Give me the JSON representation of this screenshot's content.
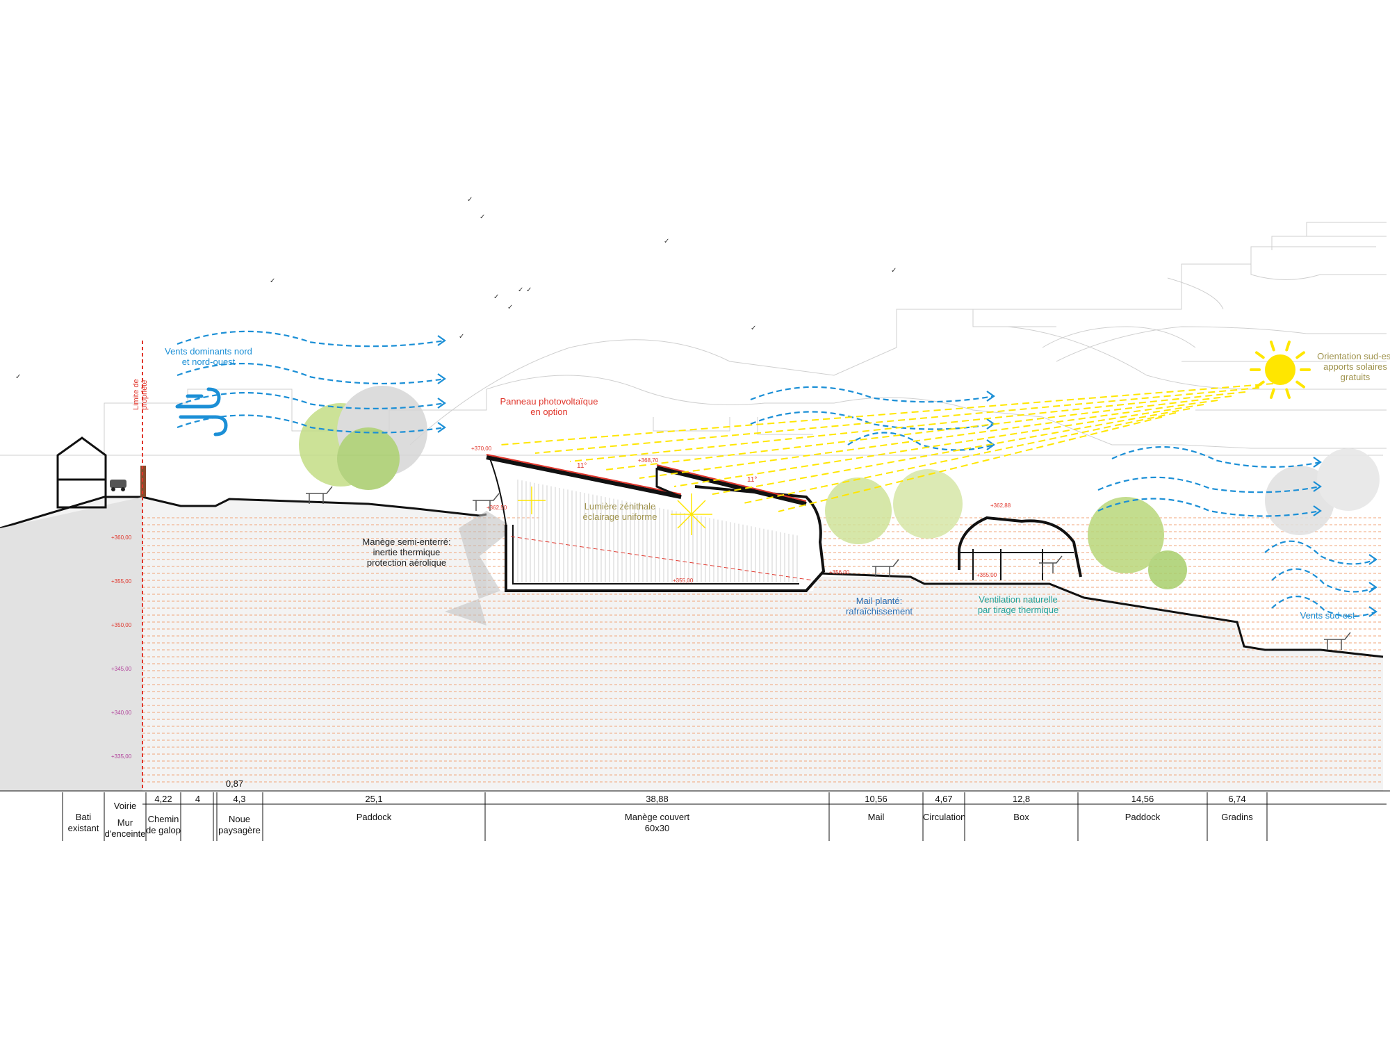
{
  "annotations": {
    "winds_nw": "Vents dominants nord\net nord-ouest",
    "property_limit": "Limite de\npropriété",
    "pv_panel": "Panneau photovoltaïque\nen option",
    "zenith_light": "Lumière zénithale\néclairage uniforme",
    "semi_buried": "Manège semi-enterré:\ninertie thermique\nprotection aérolique",
    "orientation": "Orientation sud-est\napports solaires\ngratuits",
    "mail_plante": "Mail planté:\nrafraîchissement",
    "ventilation": "Ventilation naturelle\npar tirage thermique",
    "winds_se": "Vents sud-est",
    "roof_angle_1": "11°",
    "roof_angle_2": "11°"
  },
  "levels": {
    "left_scale": [
      "+360,00",
      "+355,00",
      "+350,00",
      "+345,00",
      "+340,00",
      "+335,00"
    ],
    "roof_left": "+370,00",
    "roof_left_low": "+362,50",
    "roof_right": "+368,70",
    "floor": "+355,00",
    "mail_level": "+356,00",
    "box_roof": "+362,88",
    "box_floor": "+355,00"
  },
  "dimensions": [
    {
      "value": "",
      "name": "Bati\nexistant"
    },
    {
      "value": "",
      "name": "Voirie",
      "name2": "Mur\nd'enceinte"
    },
    {
      "value": "4,22",
      "name": "Chemin\nde galop"
    },
    {
      "value": "4",
      "name": ""
    },
    {
      "value": "0,87",
      "name": ""
    },
    {
      "value": "4,3",
      "name": "Noue\npaysagère"
    },
    {
      "value": "25,1",
      "name": "Paddock"
    },
    {
      "value": "38,88",
      "name": "Manège couvert\n60x30"
    },
    {
      "value": "10,56",
      "name": "Mail"
    },
    {
      "value": "4,67",
      "name": "Circulation"
    },
    {
      "value": "12,8",
      "name": "Box"
    },
    {
      "value": "14,56",
      "name": "Paddock"
    },
    {
      "value": "6,74",
      "name": "Gradins"
    }
  ],
  "colors": {
    "wind": "#1b8fd6",
    "sun": "#ffe600",
    "ground_lines": "#f2a679",
    "red_accent": "#e0352b",
    "tree_green": "#b9d77a",
    "annot_olive": "#a0944f",
    "annot_blue": "#2c6fb3",
    "annot_teal": "#23a39b"
  }
}
